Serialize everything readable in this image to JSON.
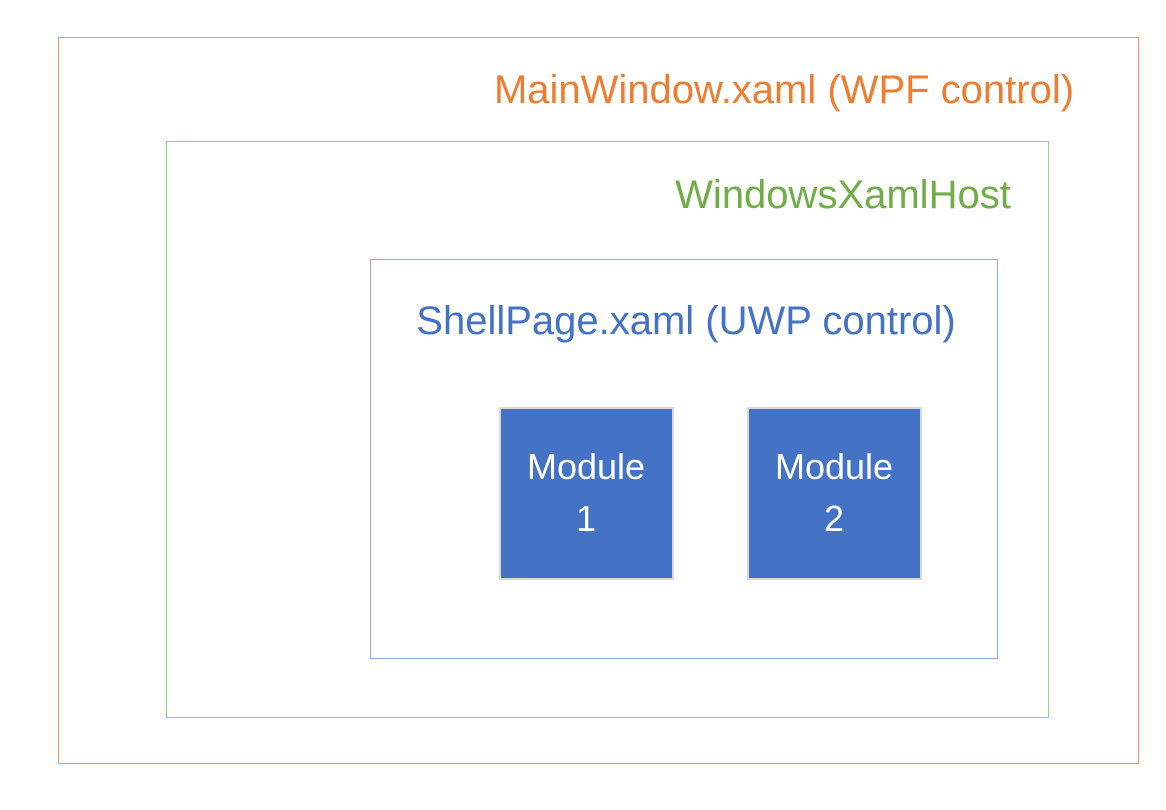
{
  "diagram": {
    "outer_box": {
      "label": "MainWindow.xaml (WPF control)",
      "text_color": "#ED7D31",
      "border_color": "#F0975B"
    },
    "host_box": {
      "label": "WindowsXamlHost",
      "text_color": "#70AD47",
      "border_color": "#A0CB87"
    },
    "shell_box": {
      "label": "ShellPage.xaml (UWP control)",
      "text_color": "#4472C4",
      "border_color": "#94ABD8"
    },
    "modules": [
      {
        "line1": "Module",
        "line2": "1",
        "fill_color": "#4472C4",
        "border_color": "#D9D9D9",
        "text_color": "#FFFFFF"
      },
      {
        "line1": "Module",
        "line2": "2",
        "fill_color": "#4472C4",
        "border_color": "#D9D9D9",
        "text_color": "#FFFFFF"
      }
    ]
  }
}
